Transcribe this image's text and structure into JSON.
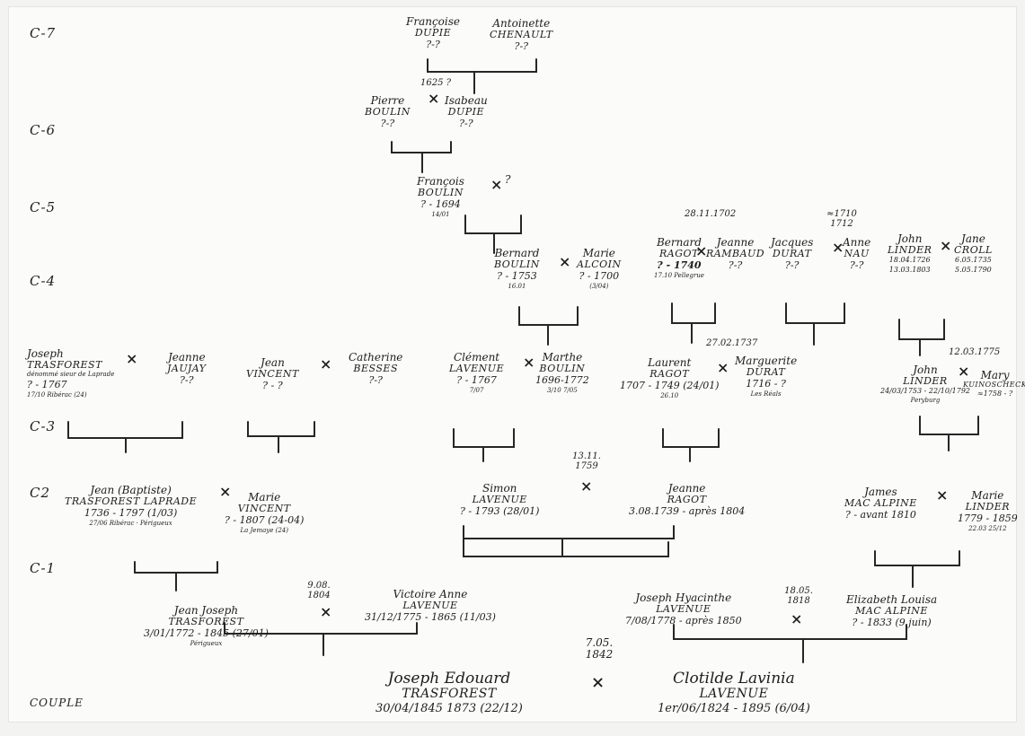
{
  "generations": [
    "C-7",
    "C-6",
    "C-5",
    "C-4",
    "C-3",
    "C2",
    "C-1",
    "COUPLE"
  ],
  "marker": "×",
  "people": {
    "francoise_dupie": {
      "given": "Françoise",
      "surname": "DUPIE",
      "dates": "?-?"
    },
    "antoinette_chenault": {
      "given": "Antoinette",
      "surname": "CHENAULT",
      "dates": "?-?"
    },
    "pierre_boulin": {
      "given": "Pierre",
      "surname": "BOULIN",
      "dates": "?-?"
    },
    "isabeau_dupie": {
      "given": "Isabeau",
      "surname": "DUPIE",
      "dates": "?-?"
    },
    "francois_boulin": {
      "given": "François",
      "surname": "BOULIN",
      "dates": "? - 1694",
      "note": "14/01"
    },
    "unknown_c5": {
      "given": "?",
      "surname": "",
      "dates": ""
    },
    "bernard_boulin": {
      "given": "Bernard",
      "surname": "BOULIN",
      "dates": "? - 1753",
      "note": "16.01"
    },
    "marie_alcoin": {
      "given": "Marie",
      "surname": "ALCOIN",
      "dates": "? - 1700",
      "note": "(3/04)"
    },
    "bernard_ragot": {
      "given": "Bernard",
      "surname": "RAGOT",
      "dates": "? - 1740",
      "note": "17.10 Pellegrue"
    },
    "jeanne_rambaud": {
      "given": "Jeanne",
      "surname": "RAMBAUD",
      "dates": "?-?"
    },
    "jacques_durat": {
      "given": "Jacques",
      "surname": "DURAT",
      "dates": "?-?"
    },
    "anne_nau": {
      "given": "Anne",
      "surname": "NAU",
      "dates": "?-?"
    },
    "john_linder": {
      "given": "John",
      "surname": "LINDER",
      "dates": "18.04.1726",
      "note": "13.03.1803"
    },
    "jane_croll": {
      "given": "Jane",
      "surname": "CROLL",
      "dates": "6.05.1735",
      "note": "5.05.1790"
    },
    "joseph_trasforest": {
      "given": "Joseph",
      "surname": "TRASFOREST",
      "extra": "dénommé sieur de Laprade",
      "dates": "? - 1767",
      "note": "17/10 Ribérac (24)"
    },
    "jeanne_jaujay": {
      "given": "Jeanne",
      "surname": "JAUJAY",
      "dates": "?-?"
    },
    "jean_vincent": {
      "given": "Jean",
      "surname": "VINCENT",
      "dates": "? - ?"
    },
    "catherine_besses": {
      "given": "Catherine",
      "surname": "BESSES",
      "dates": "?-?"
    },
    "clement_lavenue": {
      "given": "Clément",
      "surname": "LAVENUE",
      "dates": "? - 1767",
      "note": "7/07"
    },
    "marthe_boulin": {
      "given": "Marthe",
      "surname": "BOULIN",
      "dates": "1696-1772",
      "note": "3/10   7/05"
    },
    "laurent_ragot": {
      "given": "Laurent",
      "surname": "RAGOT",
      "dates": "1707 - 1749 (24/01)",
      "note": "26.10"
    },
    "marguerite_durat": {
      "given": "Marguerite",
      "surname": "DURAT",
      "dates": "1716 - ?",
      "note": "Les Réals"
    },
    "john_linder_jr": {
      "given": "John",
      "surname": "LINDER",
      "dates": "24/03/1753 - 22/10/1792",
      "note": "Peryburg"
    },
    "mary_kuinoscheck": {
      "given": "Mary",
      "surname": "KUINOSCHECK",
      "dates": "≈1758 - ?"
    },
    "jean_baptiste": {
      "given": "Jean (Baptiste)",
      "surname": "TRASFOREST LAPRADE",
      "dates": "1736 - 1797 (1/03)",
      "note": "27/06 Ribérac · Périgueux"
    },
    "marie_vincent": {
      "given": "Marie",
      "surname": "VINCENT",
      "dates": "? - 1807 (24-04)",
      "note": "La Jemaye (24)"
    },
    "simon_lavenue": {
      "given": "Simon",
      "surname": "LAVENUE",
      "dates": "? - 1793 (28/01)"
    },
    "jeanne_ragot": {
      "given": "Jeanne",
      "surname": "RAGOT",
      "dates": "3.08.1739 - après 1804"
    },
    "james_mac_alpine": {
      "given": "James",
      "surname": "MAC ALPINE",
      "dates": "? - avant 1810"
    },
    "marie_linder": {
      "given": "Marie",
      "surname": "LINDER",
      "dates": "1779 - 1859",
      "note": "22.03   25/12"
    },
    "jean_joseph": {
      "given": "Jean Joseph",
      "surname": "TRASFOREST",
      "dates": "3/01/1772 - 1845 (27/01)",
      "note": "Périgueux"
    },
    "victoire_anne": {
      "given": "Victoire Anne",
      "surname": "LAVENUE",
      "dates": "31/12/1775 - 1865 (11/03)"
    },
    "joseph_hyacinthe": {
      "given": "Joseph Hyacinthe",
      "surname": "LAVENUE",
      "dates": "7/08/1778 - après 1850"
    },
    "elizabeth_louisa": {
      "given": "Elizabeth Louisa",
      "surname": "MAC ALPINE",
      "dates": "? - 1833 (9 juin)"
    },
    "joseph_edouard": {
      "given": "Joseph Edouard",
      "surname": "TRASFOREST",
      "dates": "30/04/1845   1873 (22/12)"
    },
    "clotilde_lavinia": {
      "given": "Clotilde Lavinia",
      "surname": "LAVENUE",
      "dates": "1er/06/1824 - 1895 (6/04)"
    }
  },
  "marriages": {
    "c6": "1625 ?",
    "ragot_rambaud": "28.11.1702",
    "durat_nau": "≈1710 1712",
    "ragot_durat": "27.02.1737",
    "linder_kuinoscheck": "12.03.1775",
    "simon_jeanne": "13.11. 1759",
    "jean_joseph": "9.08. 1804",
    "hyacinthe": "18.05. 1818",
    "couple": "7.05. 1842"
  }
}
